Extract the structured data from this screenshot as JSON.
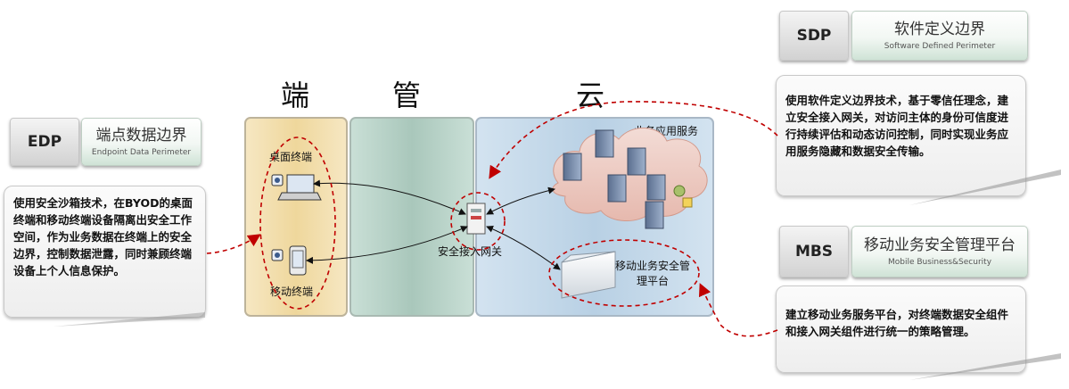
{
  "headings": {
    "left": "端",
    "middle": "管",
    "right": "云"
  },
  "edp": {
    "badge": "EDP",
    "title": "端点数据边界",
    "subtitle": "Endpoint Data Perimeter",
    "description": "使用安全沙箱技术，在BYOD的桌面终端和移动终端设备隔离出安全工作空间，作为业务数据在终端上的安全边界，控制数据泄露，同时兼顾终端设备上个人信息保护。"
  },
  "sdp": {
    "badge": "SDP",
    "title": "软件定义边界",
    "subtitle": "Software Defined Perimeter",
    "description": "使用软件定义边界技术，基于零信任理念，建立安全接入网关，对访问主体的身份可信度进行持续评估和动态访问控制，同时实现业务应用服务隐藏和数据安全传输。"
  },
  "mbs": {
    "badge": "MBS",
    "title": "移动业务安全管理平台",
    "subtitle": "Mobile Business&Security",
    "description": "建立移动业务服务平台，对终端数据安全组件和接入网关组件进行统一的策略管理。"
  },
  "diagram": {
    "desktop_label": "桌面终端",
    "mobile_label": "移动终端",
    "gateway_label": "安全接入网关",
    "business_label": "业务应用服务",
    "platform_label": "移动业务安全管理平台"
  },
  "colors": {
    "end_column": "#f5e3b5",
    "pipe_column": "#bcd6cc",
    "cloud_column": "#c5d9ea",
    "dashed_red": "#c00000"
  }
}
